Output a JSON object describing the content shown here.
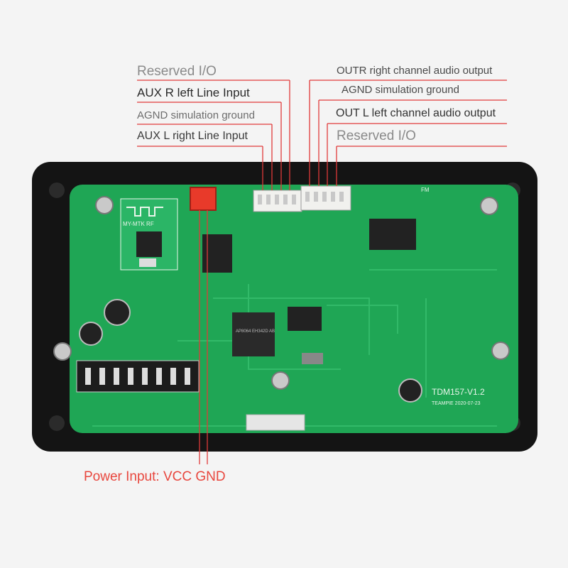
{
  "labels": {
    "left": [
      "Reserved I/O",
      "AUX R left Line Input",
      "AGND simulation ground",
      "AUX L right Line Input"
    ],
    "right": [
      "OUTR right channel audio output",
      "AGND simulation ground",
      "OUT L left channel audio output",
      "Reserved I/O"
    ],
    "power": "Power Input: VCC GND"
  },
  "board": {
    "model": "TDM157-V1.2",
    "maker": "TEAMPIE 2020-07-23",
    "bt_module": "MY-MTK RF",
    "main_chip": "AP8064 EH342D AB",
    "fm": "FM"
  },
  "colors": {
    "pcb": "#1fa655",
    "frame": "#141414",
    "leader": "#e03a3a",
    "power_text": "#e8473e"
  }
}
